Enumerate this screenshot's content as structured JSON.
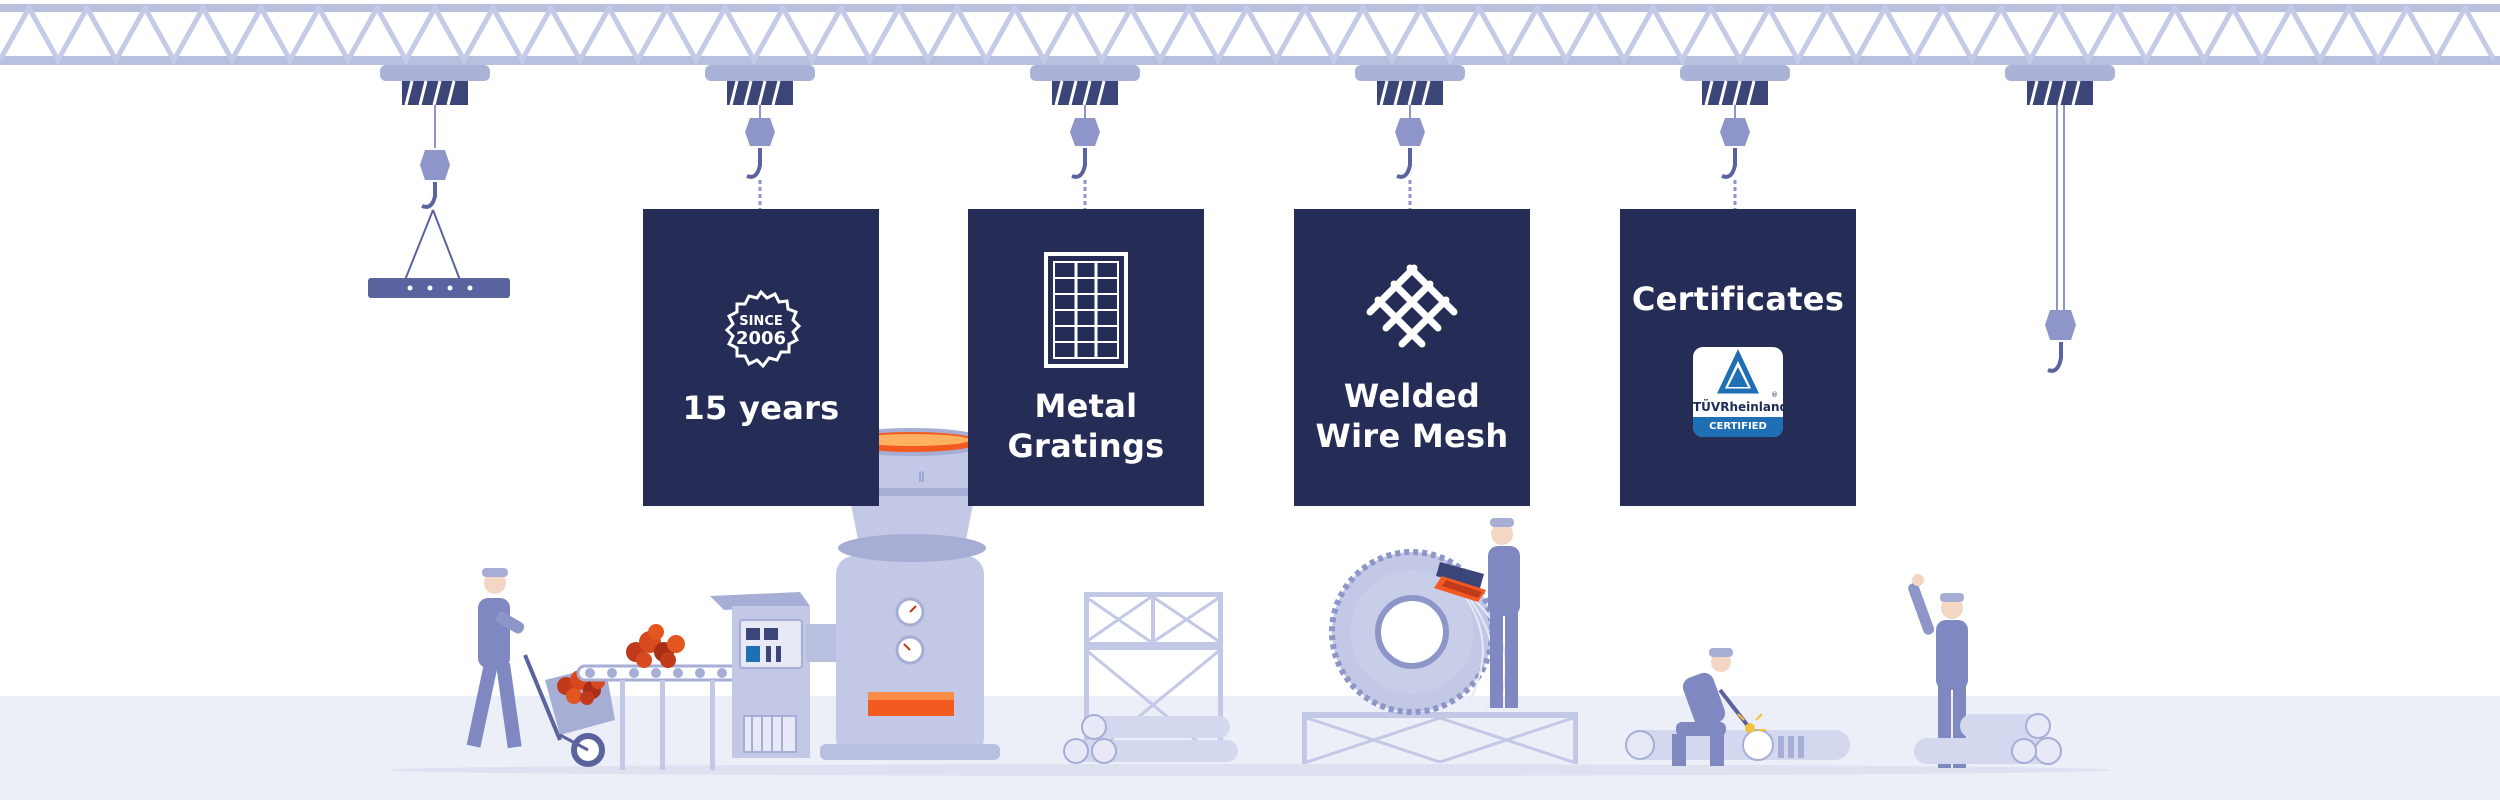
{
  "cards": [
    {
      "id": "years",
      "title_lines": [
        "15 years"
      ],
      "icon": "since-2006-badge-icon",
      "badge_line1": "SINCE",
      "badge_line2": "2006"
    },
    {
      "id": "gratings",
      "title_lines": [
        "Metal",
        "Gratings"
      ],
      "icon": "grating-panel-icon"
    },
    {
      "id": "mesh",
      "title_lines": [
        "Welded",
        "Wire Mesh"
      ],
      "icon": "wire-mesh-icon"
    },
    {
      "id": "certs",
      "title_lines": [
        "Certificates"
      ],
      "cert": {
        "name": "TÜVRheinland",
        "status": "CERTIFIED",
        "registered_mark": "®"
      }
    }
  ],
  "colors": {
    "navy": "#252d57",
    "lavender": "#c2c8e5",
    "periwinkle": "#8e96c9",
    "floor": "#eceff8",
    "molten": "#f25a1f",
    "tuv_blue": "#1f6fb5"
  },
  "illustration": {
    "icons": [
      "overhead-crane-truss-icon",
      "crane-hook-icon",
      "worker-icon",
      "wheelbarrow-icon",
      "ore-pile-icon",
      "conveyor-icon",
      "crusher-machine-icon",
      "furnace-ladle-icon",
      "scaffold-icon",
      "pipe-stack-icon",
      "saw-blade-icon",
      "welder-icon"
    ]
  }
}
